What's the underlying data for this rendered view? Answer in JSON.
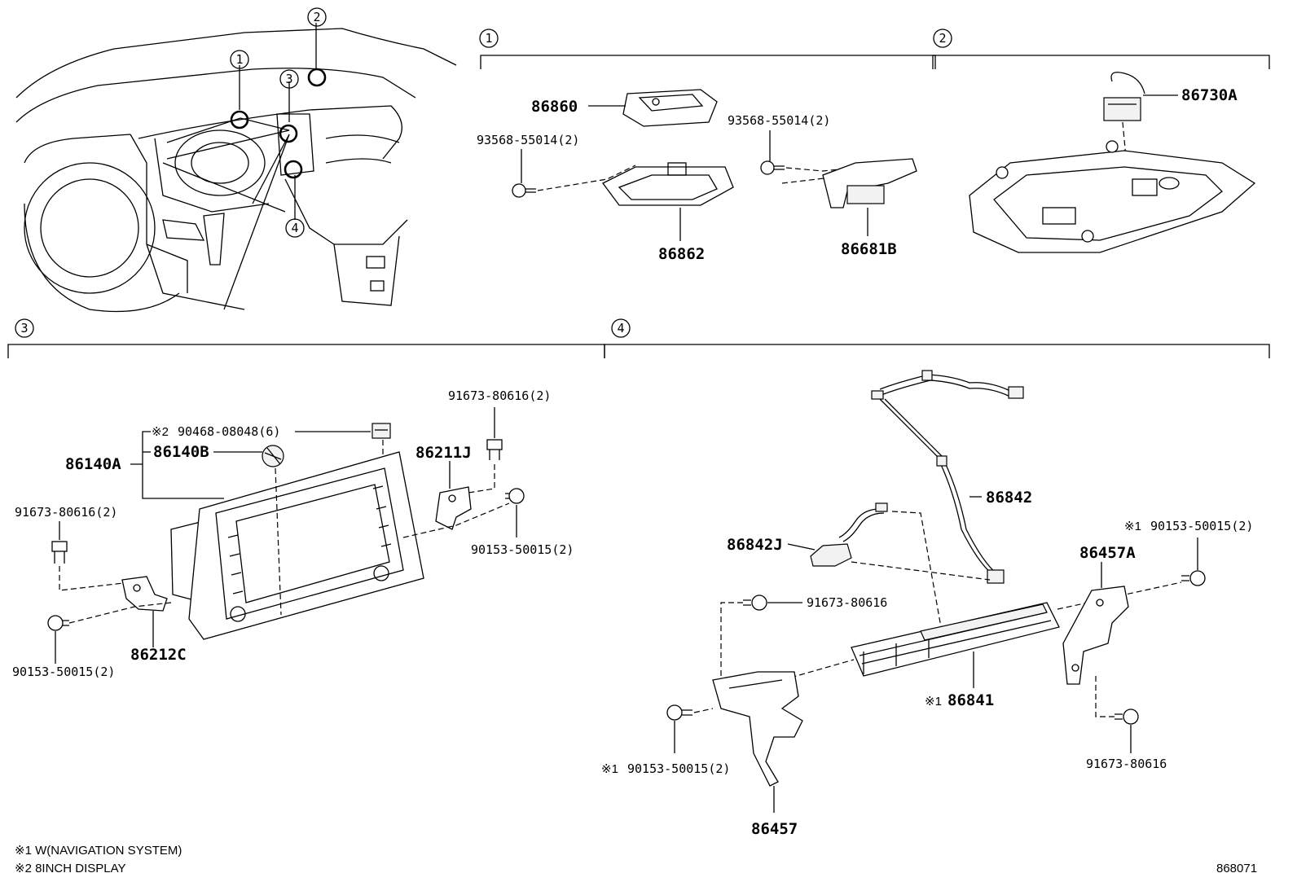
{
  "section_markers": [
    "1",
    "2",
    "3",
    "4"
  ],
  "overview": {
    "markers": [
      "1",
      "2",
      "3",
      "4"
    ]
  },
  "section1": {
    "labels": {
      "p86860": "86860",
      "p86862": "86862",
      "p86681B": "86681B",
      "screw_left": "93568-55014(2)",
      "screw_right": "93568-55014(2)"
    }
  },
  "section2": {
    "labels": {
      "p86730A": "86730A"
    }
  },
  "section3": {
    "labels": {
      "p86140A": "86140A",
      "p86140B": "86140B",
      "note2_mark": "※2",
      "p90468": "90468-08048(6)",
      "p91673_top": "91673-80616(2)",
      "p86211J": "86211J",
      "p90153_right": "90153-50015(2)",
      "p91673_left": "91673-80616(2)",
      "p90153_left": "90153-50015(2)",
      "p86212C": "86212C"
    }
  },
  "section4": {
    "labels": {
      "p86842": "86842",
      "p86842J": "86842J",
      "p91673_a": "91673-80616",
      "p86457A": "86457A",
      "note1_mark_top": "※1",
      "p90153_top": "90153-50015(2)",
      "note1_mark_mid": "※1",
      "p86841": "86841",
      "note1_mark_bottom": "※1",
      "p90153_bottom": "90153-50015(2)",
      "p91673_b": "91673-80616",
      "p86457": "86457"
    }
  },
  "footnotes": [
    "※1 W(NAVIGATION SYSTEM)",
    "※2 8INCH DISPLAY"
  ],
  "diagram_id": "868071"
}
